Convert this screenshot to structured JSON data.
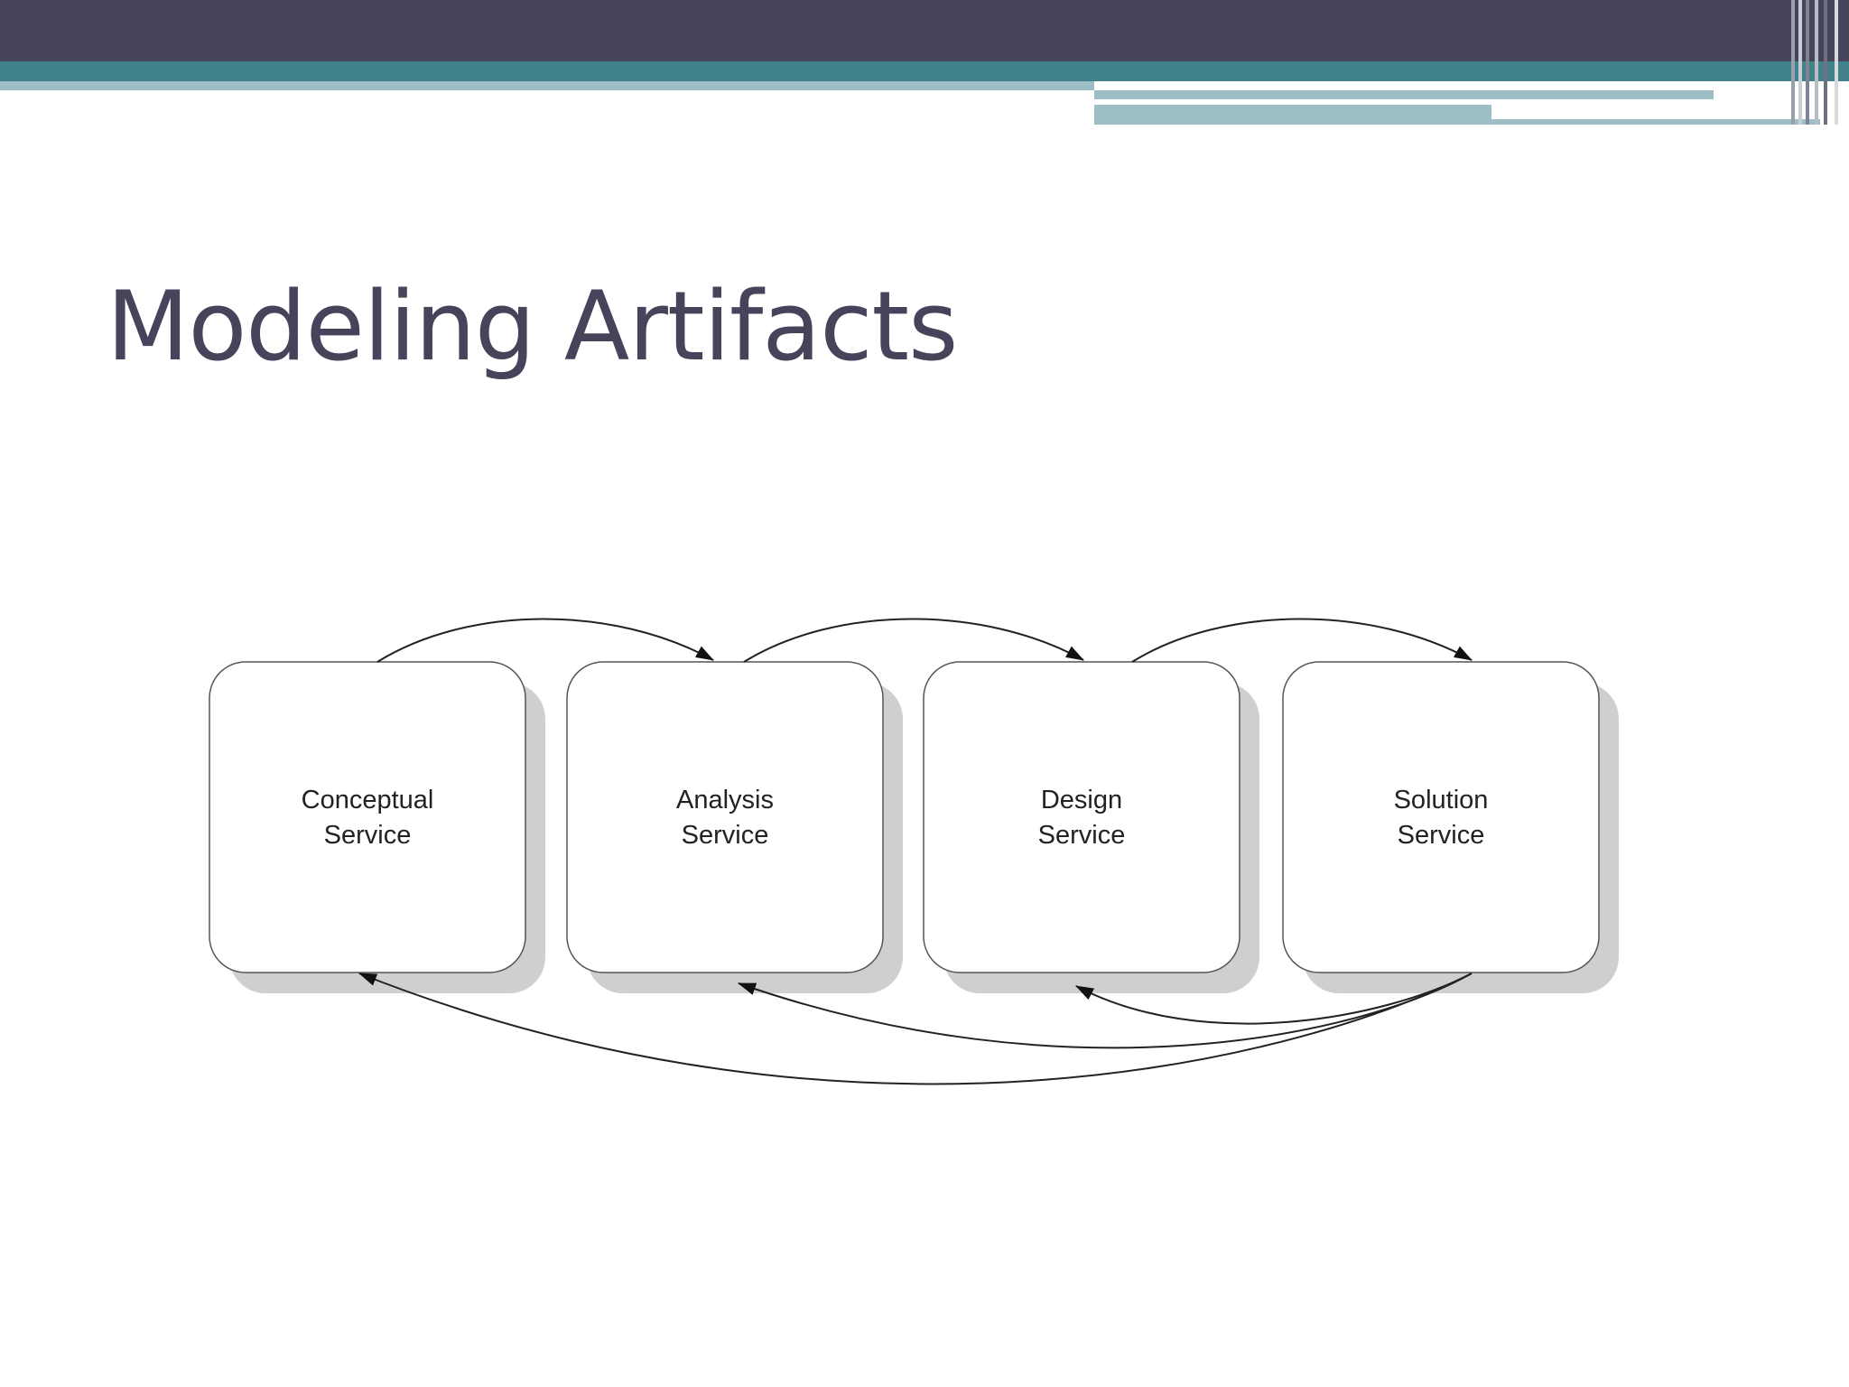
{
  "slide": {
    "title": "Modeling Artifacts"
  },
  "theme": {
    "header_dark": "#45445a",
    "header_teal": "#42828a",
    "header_teal_light": "#9cbec4",
    "title_color": "#45445a"
  },
  "diagram": {
    "nodes": [
      {
        "line1": "Conceptual",
        "line2": "Service"
      },
      {
        "line1": "Analysis",
        "line2": "Service"
      },
      {
        "line1": "Design",
        "line2": "Service"
      },
      {
        "line1": "Solution",
        "line2": "Service"
      }
    ],
    "edges": [
      {
        "from": 0,
        "to": 1
      },
      {
        "from": 1,
        "to": 2
      },
      {
        "from": 2,
        "to": 3
      },
      {
        "from": 3,
        "to": 2
      },
      {
        "from": 3,
        "to": 1
      },
      {
        "from": 3,
        "to": 0
      }
    ]
  }
}
